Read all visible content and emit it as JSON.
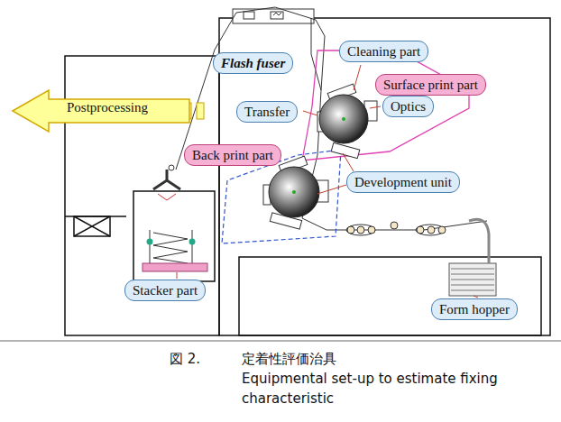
{
  "diagram": {
    "caption": "定着性評価治具",
    "nodes": [
      {
        "text": [
          "Flash fuser"
        ]
      },
      {
        "text": [
          "Cleaning part"
        ]
      },
      {
        "text": [
          "Surface print part"
        ]
      },
      {
        "text": [
          "Transfer"
        ]
      },
      {
        "text": [
          "Optics"
        ]
      },
      {
        "text": [
          "Back print part"
        ]
      },
      {
        "text": [
          "Development unit"
        ]
      },
      {
        "text": [
          "Postprocessing"
        ]
      },
      {
        "text": [
          "Stacker part"
        ]
      },
      {
        "text": [
          "Form hopper"
        ]
      }
    ],
    "labels": [
      "図 2.",
      "Equipmental set-up to estimate fixing characteristic"
    ]
  }
}
